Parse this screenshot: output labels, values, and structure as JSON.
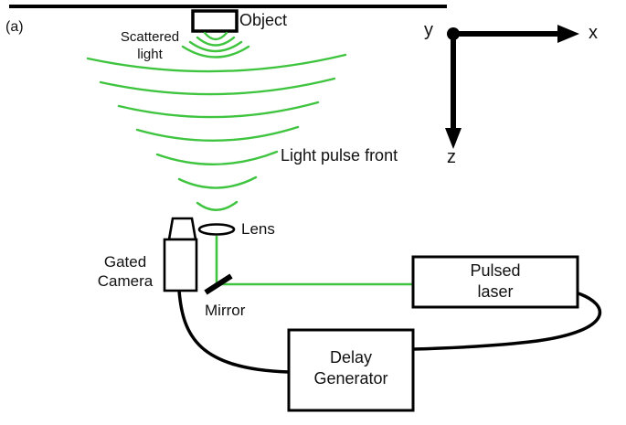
{
  "figure": {
    "panel_label": "(a)"
  },
  "diagram": {
    "object_label": "Object",
    "scattered_light": {
      "line1": "Scattered",
      "line2": "light"
    },
    "light_pulse_front": "Light pulse front",
    "lens_label": "Lens",
    "gated_camera": {
      "line1": "Gated",
      "line2": "Camera"
    },
    "mirror_label": "Mirror",
    "pulsed_laser": {
      "line1": "Pulsed",
      "line2": "laser"
    },
    "delay_generator": {
      "line1": "Delay",
      "line2": "Generator"
    }
  },
  "axes": {
    "x": "x",
    "y": "y",
    "z": "z"
  },
  "colors": {
    "beam_green": "#3fc43f",
    "ink": "#000000",
    "background": "#ffffff"
  }
}
